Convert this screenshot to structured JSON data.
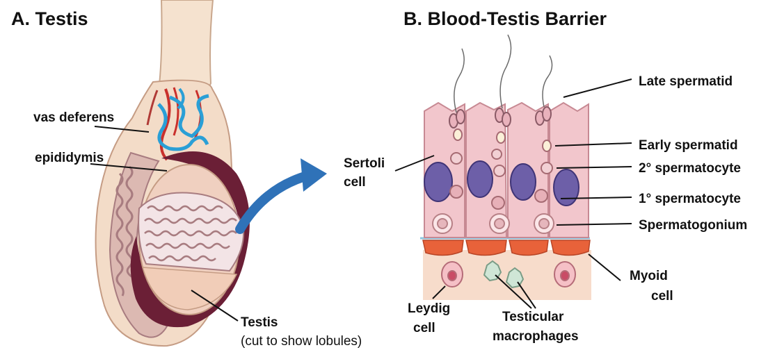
{
  "panel_a": {
    "title": "A. Testis",
    "labels": {
      "vas_deferens": "vas deferens",
      "epididymis": "epididymis",
      "testis": "Testis",
      "testis_note": "(cut to show lobules)"
    }
  },
  "panel_b": {
    "title": "B. Blood-Testis Barrier",
    "labels": {
      "late_spermatid": "Late spermatid",
      "early_spermatid": "Early spermatid",
      "secondary_spermatocyte": "2° spermatocyte",
      "primary_spermatocyte": "1° spermatocyte",
      "spermatogonium": "Spermatogonium",
      "sertoli_line1": "Sertoli",
      "sertoli_line2": "cell",
      "myoid_line1": "Myoid",
      "myoid_line2": "cell",
      "leydig_line1": "Leydig",
      "leydig_line2": "cell",
      "macrophage_line1": "Testicular",
      "macrophage_line2": "macrophages"
    }
  },
  "colors": {
    "skin": "#f3dcc8",
    "epididymis": "#d9b7b0",
    "tubule": "#a87c80",
    "tunica": "#6b1f36",
    "vein": "#2a9fd6",
    "artery": "#c9302c",
    "arrow": "#2f72b8",
    "sertoli": "#f2c6cc",
    "nucleus": "#6d5fa8",
    "myoid": "#e8623a",
    "interstitium": "#f7dccb"
  },
  "icons": {
    "arrow": "curved-arrow",
    "sperm": "sperm-tail"
  }
}
